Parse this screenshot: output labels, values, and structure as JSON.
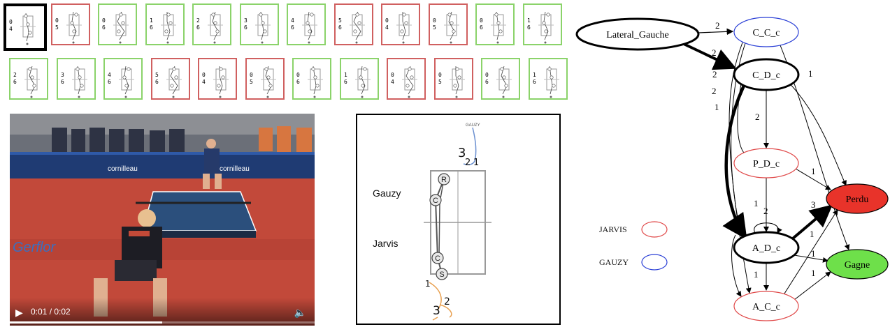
{
  "thumbnails": {
    "row1": [
      {
        "score": [
          "0",
          "4"
        ],
        "result": "selected"
      },
      {
        "score": [
          "0",
          "5"
        ],
        "result": "loss"
      },
      {
        "score": [
          "0",
          "6"
        ],
        "result": "win"
      },
      {
        "score": [
          "1",
          "6"
        ],
        "result": "win"
      },
      {
        "score": [
          "2",
          "6"
        ],
        "result": "win"
      },
      {
        "score": [
          "3",
          "6"
        ],
        "result": "win"
      },
      {
        "score": [
          "4",
          "6"
        ],
        "result": "win"
      },
      {
        "score": [
          "5",
          "6"
        ],
        "result": "loss"
      },
      {
        "score": [
          "0",
          "4"
        ],
        "result": "loss"
      },
      {
        "score": [
          "0",
          "5"
        ],
        "result": "loss"
      },
      {
        "score": [
          "0",
          "6"
        ],
        "result": "win"
      },
      {
        "score": [
          "1",
          "6"
        ],
        "result": "win"
      }
    ],
    "row2": [
      {
        "score": [
          "2",
          "6"
        ],
        "result": "win"
      },
      {
        "score": [
          "3",
          "6"
        ],
        "result": "win"
      },
      {
        "score": [
          "4",
          "6"
        ],
        "result": "win"
      },
      {
        "score": [
          "5",
          "6"
        ],
        "result": "loss"
      },
      {
        "score": [
          "0",
          "4"
        ],
        "result": "loss"
      },
      {
        "score": [
          "0",
          "5"
        ],
        "result": "loss"
      },
      {
        "score": [
          "0",
          "6"
        ],
        "result": "win"
      },
      {
        "score": [
          "1",
          "6"
        ],
        "result": "win"
      },
      {
        "score": [
          "0",
          "4"
        ],
        "result": "loss"
      },
      {
        "score": [
          "0",
          "5"
        ],
        "result": "loss"
      },
      {
        "score": [
          "0",
          "6"
        ],
        "result": "win"
      },
      {
        "score": [
          "1",
          "6"
        ],
        "result": "win"
      }
    ]
  },
  "video": {
    "time": "0:01 / 0:02",
    "progress": 0.5,
    "play_icon": "play-icon",
    "volume_icon": "volume-icon"
  },
  "rally": {
    "top_player_tag": "GAUZY",
    "player_top": "Gauzy",
    "player_bottom": "Jarvis",
    "strokes": [
      "R",
      "C",
      "C",
      "S"
    ],
    "top_numbers": [
      "3",
      "2",
      "1"
    ],
    "bottom_numbers": [
      "1",
      "2",
      "3"
    ],
    "colors": {
      "top_trace": "#6a8fd0",
      "bottom_trace": "#e8a050"
    }
  },
  "graph": {
    "nodes": {
      "lateral": "Lateral_Gauche",
      "ccc": "C_C_c",
      "cdc": "C_D_c",
      "pdc": "P_D_c",
      "perdu": "Perdu",
      "adc": "A_D_c",
      "gagne": "Gagne",
      "acc": "A_C_c"
    },
    "edge_labels": {
      "lat_ccc": "2",
      "lat_cdc": "2",
      "ccc_acc_a": "2",
      "ccc_adc": "1",
      "ccc_gagne": "1",
      "cdc_pdc": "2",
      "cdc_adc": "2",
      "pdc_perdu": "1",
      "adc_loop": "1",
      "adc_loop2": "2",
      "adc_perdu": "3",
      "acc_perdu": "1",
      "adc_gagne": "1",
      "acc_gagne": "1",
      "adc_acc": "1"
    },
    "legend": [
      {
        "label": "JARVIS",
        "color": "#e04848"
      },
      {
        "label": "GAUZY",
        "color": "#2a3fd6"
      }
    ],
    "colors": {
      "perdu": "#e8332a",
      "gagne": "#6ee04a",
      "player_red": "#e04848",
      "player_blue": "#2a3fd6"
    }
  }
}
